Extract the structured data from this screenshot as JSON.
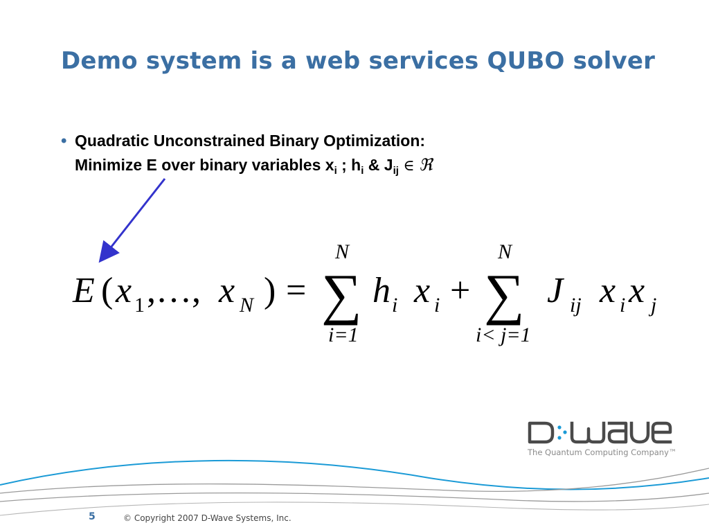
{
  "slide": {
    "title": "Demo system is a web services QUBO solver",
    "bullet": {
      "marker": "•",
      "line1": "Quadratic Unconstrained Binary Optimization:",
      "line2_a": "Minimize E over binary variables x",
      "line2_sub_i1": "i",
      "line2_b": " ; h",
      "line2_sub_i2": "i",
      "line2_c": " & J",
      "line2_sub_ij": "ij",
      "element_of": "∈",
      "reals": "ℜ"
    },
    "equation": {
      "E": "E",
      "open_paren": "(",
      "x": "x",
      "sub_1": "1",
      "dots": ",…,",
      "sub_N": "N",
      "close_paren": ")",
      "equals": "=",
      "sigma": "∑",
      "upper1": "N",
      "lower1": "i=1",
      "h": "h",
      "sub_i": "i",
      "plus": "+",
      "upper2": "N",
      "lower2": "i< j=1",
      "J": "J",
      "sub_ij": "ij",
      "sub_j": "j"
    },
    "logo": {
      "name": "D-Wave",
      "tagline": "The Quantum Computing Company™"
    },
    "footer": {
      "page_number": "5",
      "copyright": "© Copyright 2007 D-Wave Systems, Inc."
    },
    "colors": {
      "title": "#3b6fa3",
      "arrow": "#3333cc",
      "wave_blue": "#1a9ad6",
      "wave_gray": "#9a9a9a",
      "logo": "#4a4a4a"
    }
  }
}
